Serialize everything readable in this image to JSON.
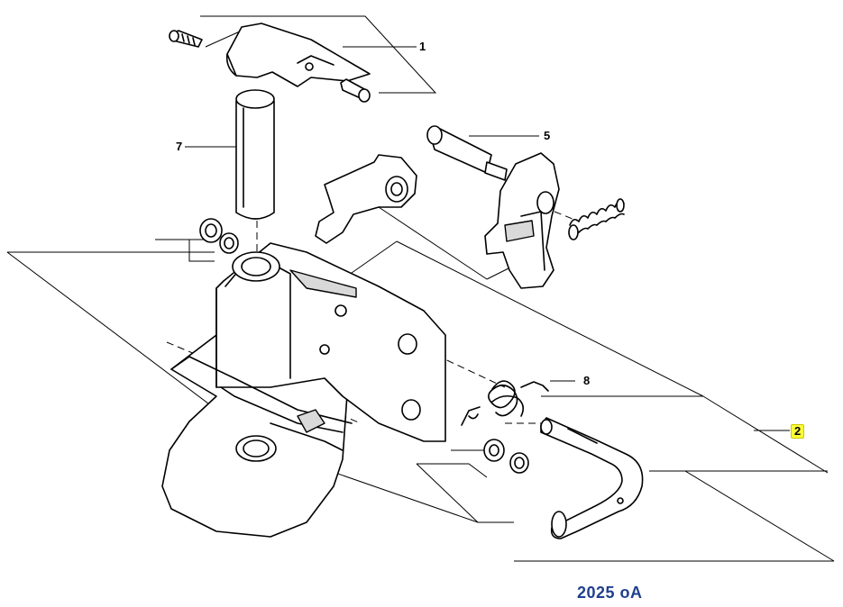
{
  "callouts": [
    {
      "id": "1",
      "label": "1",
      "highlighted": false
    },
    {
      "id": "2",
      "label": "2",
      "highlighted": true
    },
    {
      "id": "5",
      "label": "5",
      "highlighted": false
    },
    {
      "id": "7",
      "label": "7",
      "highlighted": false
    },
    {
      "id": "8",
      "label": "8",
      "highlighted": false
    }
  ],
  "drawing_code": "2025 oA",
  "colors": {
    "highlight": "#ffff33",
    "code_text": "#1f3f8f",
    "line": "#000000",
    "shade": "#d9d9d9"
  }
}
